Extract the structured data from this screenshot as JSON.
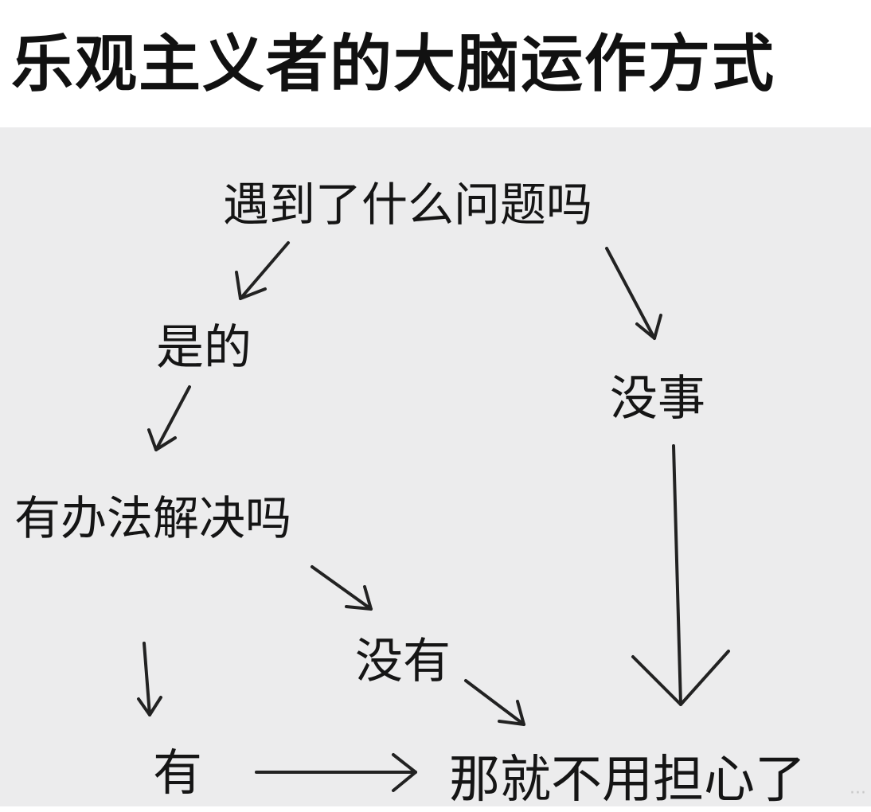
{
  "title": "乐观主义者的大脑运作方式",
  "nodes": {
    "question": "遇到了什么问题吗",
    "yes": "是的",
    "no_problem": "没事",
    "can_solve": "有办法解决吗",
    "no": "没有",
    "have": "有",
    "conclusion": "那就不用担心了"
  },
  "watermark": "···",
  "colors": {
    "background": "#ececed",
    "text": "#151515"
  }
}
